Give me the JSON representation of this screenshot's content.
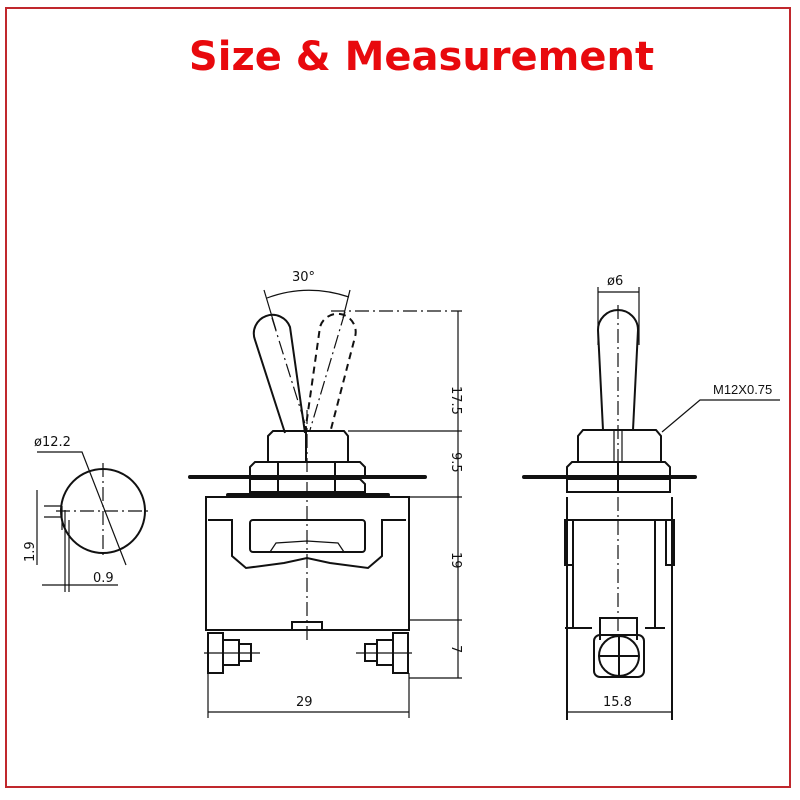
{
  "title": "Size & Measurement",
  "colors": {
    "title": "#e8090d",
    "frame_border": "#c0282d",
    "line": "#111111",
    "background": "#ffffff"
  },
  "front_view": {
    "angle_label": "30°",
    "dim_lever_height": "17.5",
    "dim_bushing_height": "9.5",
    "dim_body_height": "19",
    "dim_terminal_height": "7",
    "dim_body_width": "29"
  },
  "side_view": {
    "dim_lever_diameter": "ø6",
    "thread_label": "M12X0.75",
    "dim_body_depth": "15.8"
  },
  "panel_cutout": {
    "dim_hole_diameter": "ø12.2",
    "dim_key_height": "1.9",
    "dim_key_depth": "0.9"
  }
}
